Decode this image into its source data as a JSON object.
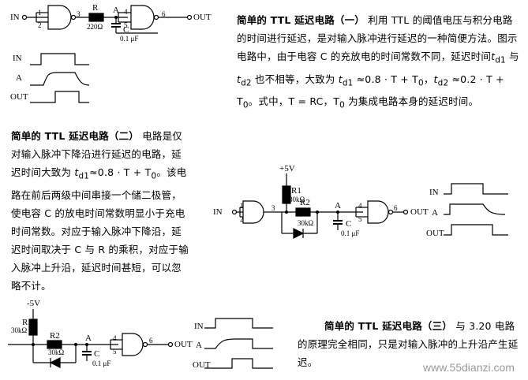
{
  "section1": {
    "title": "简单的 TTL 延迟电路（一）",
    "text1": "利用 TTL 的阈值电压与积分电路的时间进行延迟，是对输入脉冲进行延迟的一种简便方法。图示电路中，由于电容 C 的充放电的时间常数不同，延迟时间",
    "text2": "t",
    "sub_d1": "d1",
    "text3": " 与 ",
    "sub_d2": "d2",
    "text4": " 也不相等，大致为 ",
    "eq1": " ≈0.8 · T + T",
    "sub0": "0",
    "eq2": " ≈0.2 · T + T",
    "text5": "。式中，T = RC，T",
    "text6": " 为集成电路本身的延迟时间。"
  },
  "section2": {
    "title": "简单的 TTL 延迟电路（二）",
    "text1": "电路是仅对输入脉冲下降沿进行延迟的电路，延迟时间大致为 ",
    "eq": "≈0.8 · T + T",
    "text2": "。该电路在前后两级中间串接一个储二极管，使电容 C 的放电时间常数明显小于充电时间常数。对应于输入脉冲下降沿，延迟时间取决于 C 与 R 的乘积，对应于输入脉冲上升沿，延迟时间甚短，可以忽略不计。"
  },
  "section3": {
    "title": "简单的 TTL 延迟电路（三）",
    "text1": "与 3.20 电路的原理完全相同，只是对输入脉冲的上升沿产生延迟。"
  },
  "circuit1": {
    "in": "IN",
    "out": "OUT",
    "R": "R",
    "Rval": "220Ω",
    "C": "C",
    "Cval": "0.1 μF",
    "A": "A",
    "p1": "1",
    "p2": "2",
    "p3": "3",
    "p4": "4",
    "p5": "5",
    "p6": "6"
  },
  "wave1": {
    "in": "IN",
    "a": "A",
    "out": "OUT"
  },
  "circuit2": {
    "in": "IN",
    "out": "OUT",
    "vcc": "+5V",
    "R1": "R1",
    "R1val": "30kΩ",
    "R2": "R2",
    "R2val": "30kΩ",
    "C": "C",
    "Cval": "0.1 μF",
    "A": "A",
    "p1": "1",
    "p2": "2",
    "p3": "3",
    "p4": "4",
    "p5": "5",
    "p6": "6"
  },
  "wave2": {
    "in": "IN",
    "a": "A",
    "out": "OUT"
  },
  "circuit3": {
    "vcc": "-5V",
    "R1": "R1",
    "R1val": "30kΩ",
    "R2": "R2",
    "R2val": "30kΩ",
    "C": "C",
    "Cval": "0.1 μF",
    "A": "A",
    "out": "OUT",
    "p4": "4",
    "p5": "5",
    "p6": "6"
  },
  "wave3": {
    "in": "IN",
    "a": "A",
    "out": "OUT"
  },
  "watermark": "www.55dianzi.com"
}
